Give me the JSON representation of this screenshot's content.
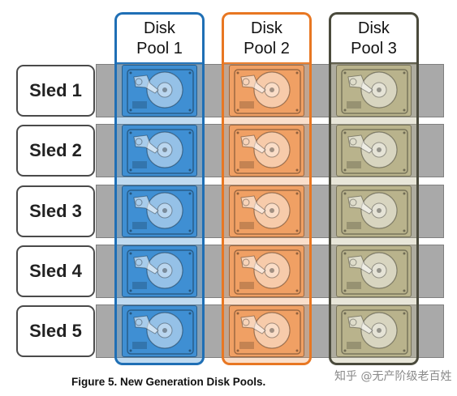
{
  "sleds": [
    {
      "label": "Sled 1"
    },
    {
      "label": "Sled 2"
    },
    {
      "label": "Sled 3"
    },
    {
      "label": "Sled 4"
    },
    {
      "label": "Sled 5"
    }
  ],
  "pools": [
    {
      "line1": "Disk",
      "line2": "Pool 1",
      "color": "#1f6fb5",
      "fill": "#3f8fd3"
    },
    {
      "line1": "Disk",
      "line2": "Pool 2",
      "color": "#e87722",
      "fill": "#f0a064"
    },
    {
      "line1": "Disk",
      "line2": "Pool 3",
      "color": "#4a4a3c",
      "fill": "#b9b38c"
    }
  ],
  "caption": "Figure 5. New Generation Disk Pools.",
  "watermark": "知乎 @无产阶级老百姓"
}
